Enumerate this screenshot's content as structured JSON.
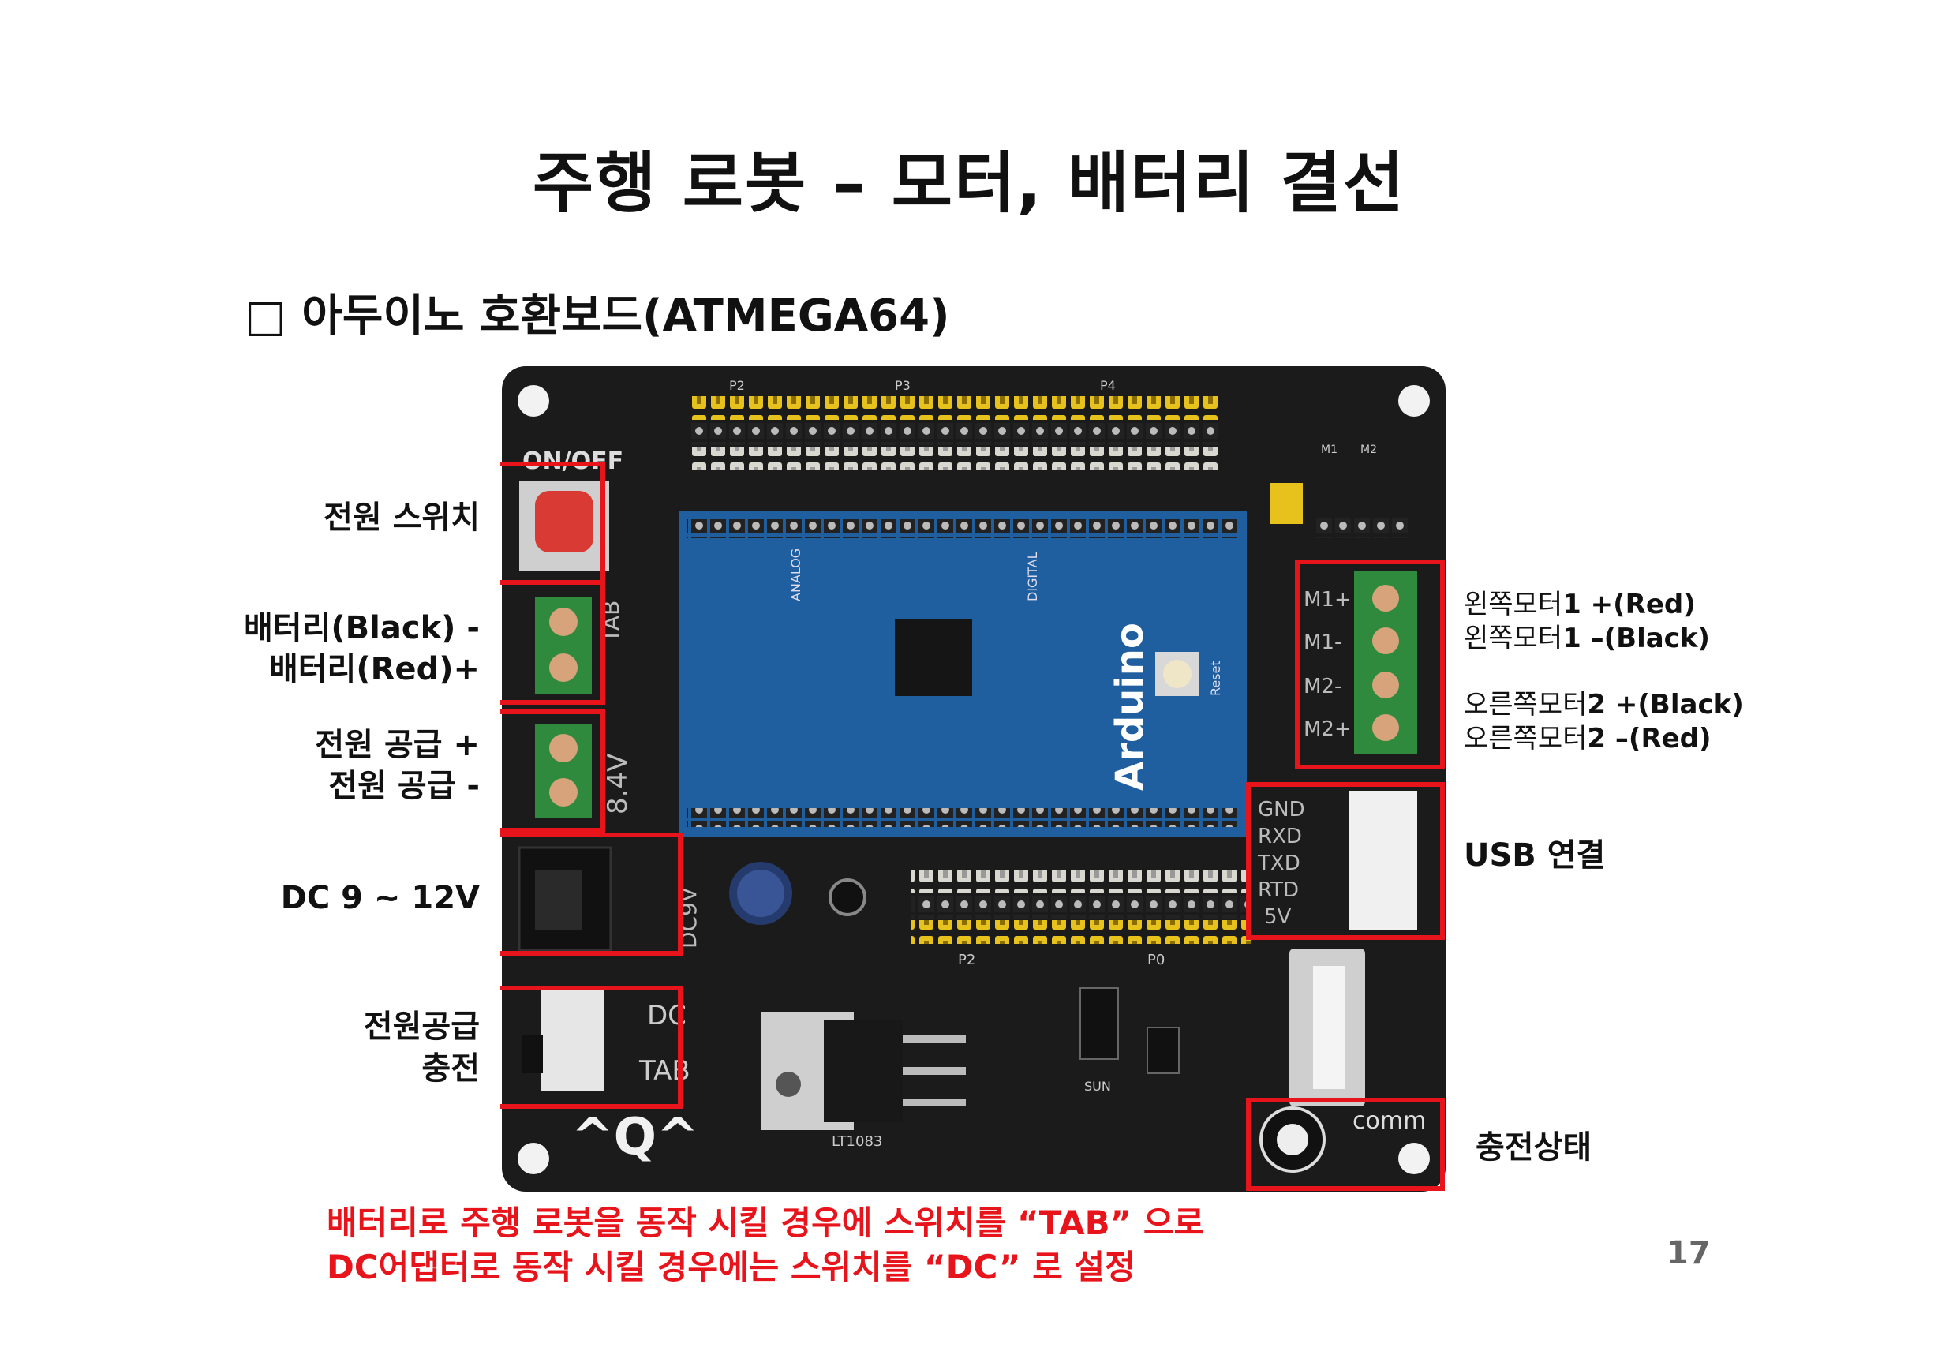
{
  "slide": {
    "title": "주행 로봇 – 모터, 배터리 결선",
    "subtitle": "□ 아두이노 호환보드(ATMEGA64)",
    "page_number": "17"
  },
  "left_labels": {
    "power_switch": "전원 스위치",
    "battery_minus": "배터리(Black) -",
    "battery_plus": "배터리(Red)+",
    "power_supply_plus": "전원 공급 +",
    "power_supply_minus": "전원 공급   -",
    "dc_input": "DC 9 ~ 12V",
    "supply_charge_1": "전원공급",
    "supply_charge_2": "충전"
  },
  "right_labels": {
    "left_motor_plus_prefix": "왼쪽모터",
    "left_motor_plus_suffix": "1 +(Red)",
    "left_motor_minus_prefix": "왼쪽모터",
    "left_motor_minus_suffix": "1 –(Black)",
    "right_motor_plus_prefix": "오른쪽모터",
    "right_motor_plus_suffix": "2 +(Black)",
    "right_motor_minus_prefix": "오른쪽모터",
    "right_motor_minus_suffix": "2 –(Red)",
    "usb": "USB 연결",
    "charge_status": "충전상태"
  },
  "note": {
    "line1": "배터리로 주행 로봇을 동작 시킬 경우에 스위치를 “TAB” 으로",
    "line2": "DC어댑터로 동작 시킬 경우에는 스위치를 “DC” 로 설정"
  },
  "board": {
    "onoff": "ON/OFF",
    "tab": "TAB",
    "v84": "8.4V",
    "dc9v": "DC9V",
    "dc": "DC",
    "q_logo": "^Q^",
    "arduino": "Arduino",
    "digital": "DIGITAL",
    "analog": "ANALOG",
    "reset": "Reset",
    "m1p": "M1+",
    "m1m": "M1-",
    "m2m": "M2-",
    "m2p": "M2+",
    "gnd": "GND",
    "rxd": "RXD",
    "txd": "TXD",
    "rtd": "RTD",
    "v5": "5V",
    "comm": "comm",
    "lt1083": "LT1083",
    "sun": "SUN",
    "p0": "P0",
    "p2": "P2",
    "p3": "P3",
    "p4": "P4",
    "m1": "M1",
    "m2": "M2"
  },
  "colors": {
    "highlight": "#e8141c",
    "pcb": "#1b1b1b",
    "arduino_blue": "#1f5fa0",
    "header_yellow": "#e8c21c",
    "terminal_green": "#2f8a3e"
  }
}
